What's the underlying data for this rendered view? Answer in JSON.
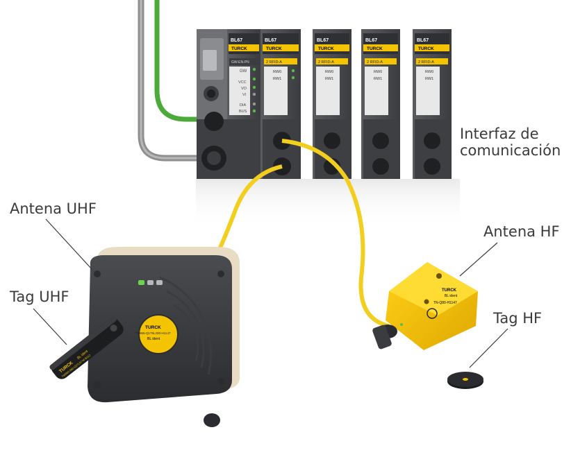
{
  "labels": {
    "interfaz_line1": "Interfaz de",
    "interfaz_line2": "comunicación",
    "antena_uhf": "Antena UHF",
    "tag_uhf": "Tag UHF",
    "antena_hf": "Antena HF",
    "tag_hf": "Tag HF"
  },
  "modules": {
    "gateway": {
      "brand": "BL67",
      "logo": "TURCK",
      "type": "GW-EN-PN",
      "leds": [
        "GW",
        "VCC",
        "VO",
        "VI",
        "DIA",
        "BUS"
      ]
    },
    "rfid": [
      {
        "brand": "BL67",
        "logo": "TURCK",
        "type": "2 RFID-A",
        "channels": [
          "RW0",
          "RW1"
        ]
      },
      {
        "brand": "BL67",
        "logo": "TURCK",
        "type": "2 RFID-A",
        "channels": [
          "RW0",
          "RW1"
        ]
      },
      {
        "brand": "BL67",
        "logo": "TURCK",
        "type": "2 RFID-A",
        "channels": [
          "RW0",
          "RW1"
        ]
      },
      {
        "brand": "BL67",
        "logo": "TURCK",
        "type": "2 RFID-A",
        "channels": [
          "RW0",
          "RW1"
        ]
      }
    ]
  },
  "uhf_antenna": {
    "logo": "TURCK",
    "sub_logo": "BL ident",
    "model": "TN865-Q175L200-H1147"
  },
  "uhf_tag": {
    "logo": "TURCK",
    "sub_logo": "BL ident",
    "model": "TW860-960-Q27L97-M-B112"
  },
  "hf_antenna": {
    "logo": "TURCK",
    "sub_logo": "BL ident",
    "model": "TN-Q80-H1147"
  },
  "colors": {
    "module_body": "#4a4c4f",
    "module_dark": "#2e3033",
    "yellow": "#f5c400",
    "cable_yellow": "#f2cf1e",
    "cable_green": "#4caa3a",
    "cable_gray": "#8a8a8a",
    "antenna_beige": "#e9dcc4",
    "label_text": "#3a3a3a"
  }
}
